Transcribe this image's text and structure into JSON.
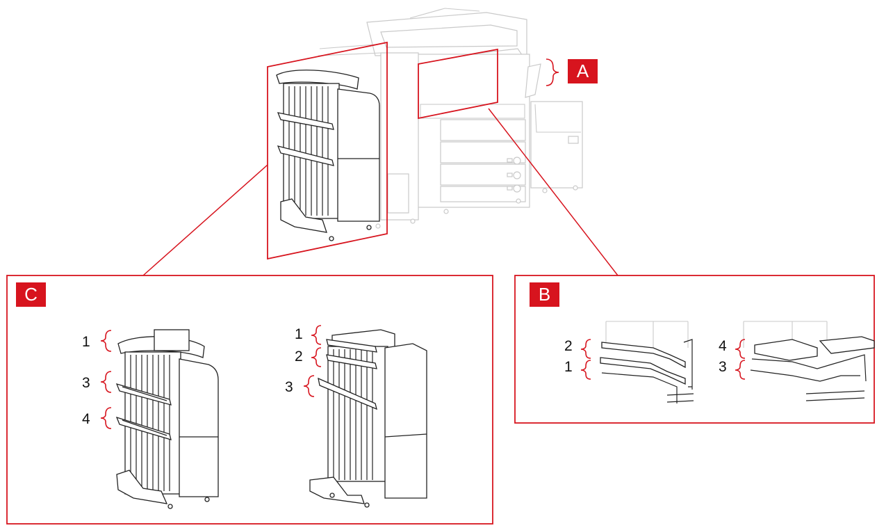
{
  "colors": {
    "accent": "#d7141e",
    "line": "#222222",
    "ghost": "#c9c9c9"
  },
  "badges": {
    "a": "A",
    "b": "B",
    "c": "C"
  },
  "panel_c": {
    "finisher_left_labels": [
      "1",
      "3",
      "4"
    ],
    "finisher_right_labels": [
      "1",
      "2",
      "3"
    ]
  },
  "panel_b": {
    "left_tray_labels": [
      "2",
      "1"
    ],
    "right_tray_labels": [
      "4",
      "3"
    ]
  }
}
